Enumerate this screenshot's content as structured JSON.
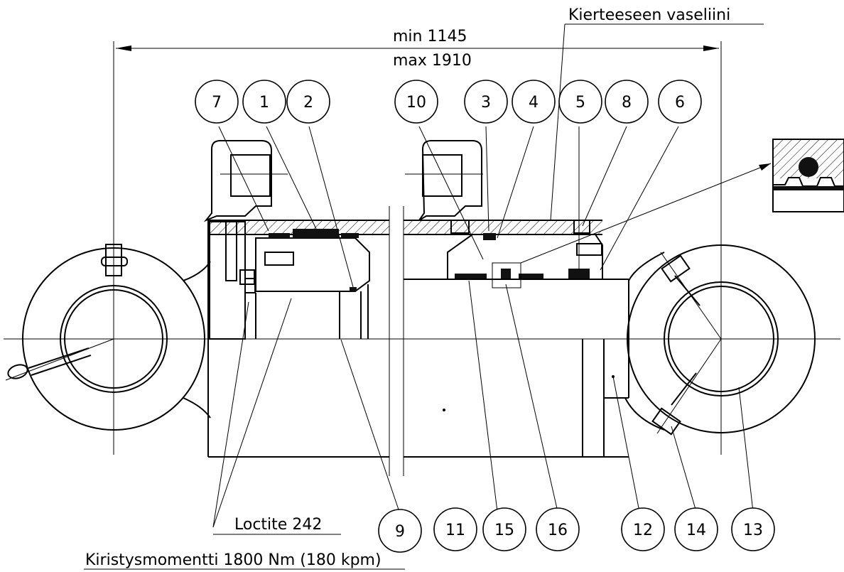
{
  "drawing": {
    "dimension_min": "min 1145",
    "dimension_max": "max 1910",
    "note_thread": "Kierteeseen vaseliini",
    "note_loctite": "Loctite 242",
    "note_torque": "Kiristysmomentti 1800  Nm    (180 kpm)"
  },
  "callouts_top": [
    "7",
    "1",
    "2",
    "10",
    "3",
    "4",
    "5",
    "8",
    "6"
  ],
  "callouts_bottom": [
    "9",
    "11",
    "15",
    "16",
    "12",
    "14",
    "13"
  ]
}
